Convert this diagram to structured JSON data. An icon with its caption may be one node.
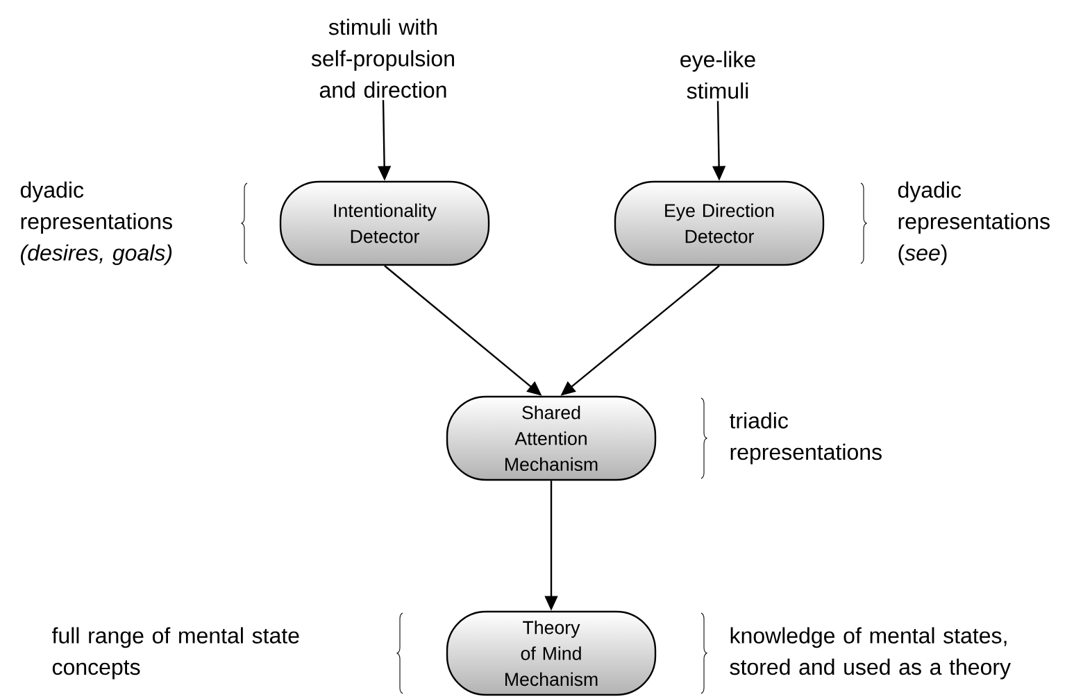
{
  "diagram": {
    "nodes": [
      {
        "text": [
          "stimuli with self-propulsion and direction"
        ]
      },
      {
        "text": [
          "eye-like stimuli"
        ]
      },
      {
        "text": [
          "Intentionality Detector"
        ]
      },
      {
        "text": [
          "Eye Direction Detector"
        ],
        "beside": [
          "dyadic representations (*see*)"
        ]
      },
      {
        "text": [
          "Shared Attention Mechanism"
        ],
        "beside": [
          "triadic representations"
        ]
      },
      {
        "text": [
          "Theory of Mind Mechanism"
        ],
        "beside": [
          "knowledge of mental states, stored and used as a theory"
        ]
      }
    ],
    "edges": [
      {
        "from": 0,
        "to": 2,
        "arrow": "to"
      },
      {
        "from": 1,
        "to": 3,
        "arrow": "to"
      },
      {
        "from": 2,
        "to": 4,
        "arrow": "to"
      },
      {
        "from": 3,
        "to": 4,
        "arrow": "to"
      },
      {
        "from": 4,
        "to": 5,
        "arrow": "to"
      }
    ],
    "labels": [
      "dyadic representations *(desires, goals)*",
      "full range of mental state concepts"
    ]
  }
}
